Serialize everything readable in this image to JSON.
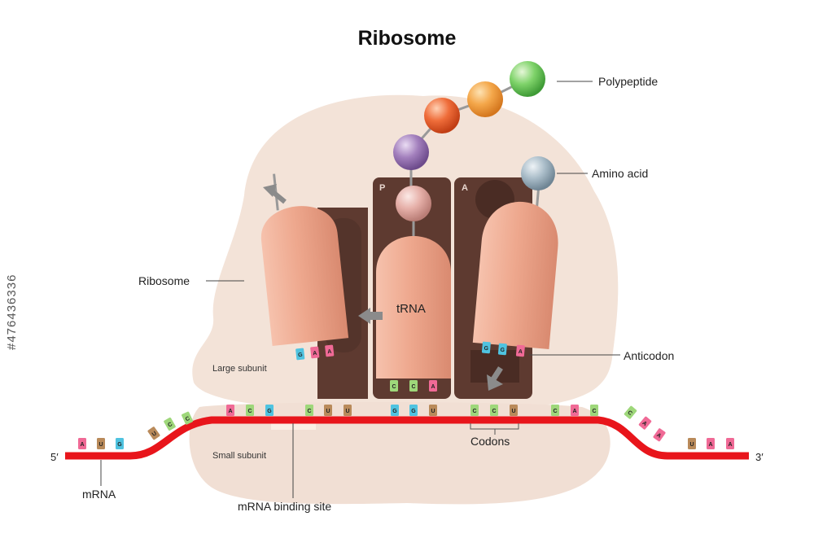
{
  "title": "Ribosome",
  "labels": {
    "polypeptide": "Polypeptide",
    "amino_acid": "Amino acid",
    "ribosome": "Ribosome",
    "trna": "tRNA",
    "anticodon": "Anticodon",
    "large_subunit": "Large subunit",
    "small_subunit": "Small subunit",
    "codons": "Codons",
    "mrna": "mRNA",
    "mrna_binding_site": "mRNA binding site",
    "five_prime": "5′",
    "three_prime": "3′",
    "site_p": "P",
    "site_a": "A"
  },
  "watermark": "#476436336",
  "anticodons": {
    "exit_trna": [
      "G",
      "A",
      "A"
    ],
    "p_trna": [
      "C",
      "C",
      "A"
    ],
    "a_trna": [
      "G",
      "G",
      "A"
    ]
  },
  "mrna_sequence": {
    "left_tail": [
      "A",
      "U",
      "G",
      "U",
      "C",
      "C"
    ],
    "top_row": [
      "A",
      "C",
      "G",
      "C",
      "U",
      "U",
      "G",
      "G",
      "U",
      "C",
      "C",
      "U",
      "C",
      "A",
      "C"
    ],
    "right_tail": [
      "C",
      "A",
      "A",
      "U",
      "A",
      "A"
    ]
  },
  "colors": {
    "ribosome_body": "#f3e3d8",
    "trna": "#eea88e",
    "site_frame": "#5e3a30",
    "mrna": "#e8151b",
    "base_A": "#f06a96",
    "base_U": "#b98a5a",
    "base_G": "#4fc3e0",
    "base_C": "#9ed77a",
    "bead_green": "#6ccb58",
    "bead_orange": "#f2a545",
    "bead_red": "#ee6a35",
    "bead_purple": "#9e7ab8",
    "bead_pink": "#e8b1ab",
    "bead_grey": "#a6b8c4"
  }
}
